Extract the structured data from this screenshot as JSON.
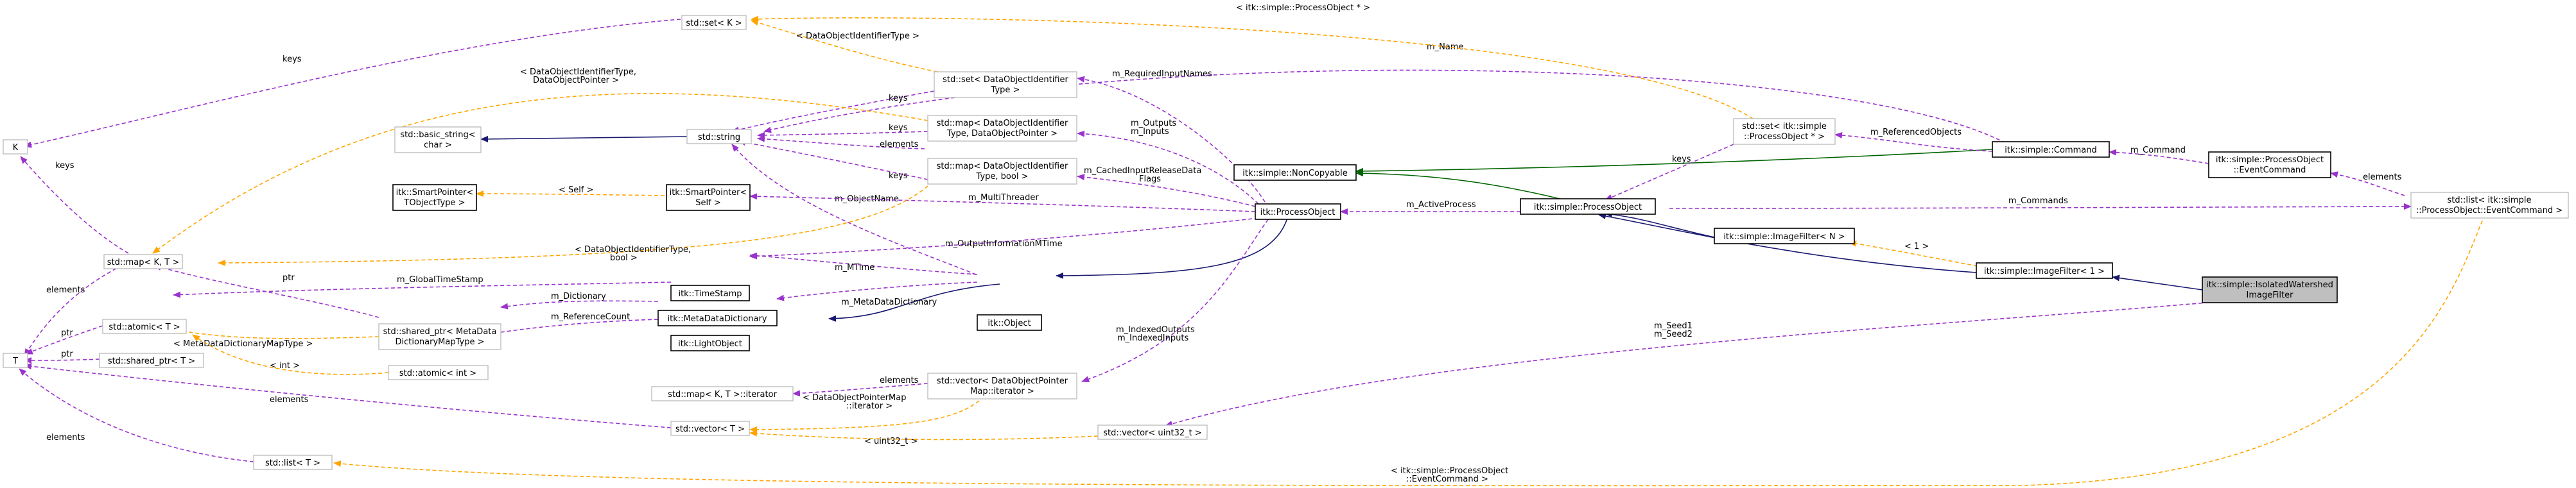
{
  "nodes": {
    "K": "K",
    "T": "T",
    "set_K": "std::set< K >",
    "map_K_T": "std::map< K, T >",
    "atomic_T": "std::atomic< T >",
    "shared_ptr_T": "std::shared_ptr< T >",
    "basic_string_l1": "std::basic_string<",
    "basic_string_l2": "char >",
    "string": "std::string",
    "sp_tobject_l1": "itk::SmartPointer<",
    "sp_tobject_l2": "TObjectType >",
    "sp_self_l1": "itk::SmartPointer<",
    "sp_self_l2": "Self >",
    "shared_ptr_mdd_l1": "std::shared_ptr< MetaData",
    "shared_ptr_mdd_l2": "DictionaryMapType >",
    "atomic_int": "std::atomic< int >",
    "list_T": "std::list< T >",
    "set_doid_l1": "std::set< DataObjectIdentifier",
    "set_doid_l2": "Type >",
    "map_doid_dop_l1": "std::map< DataObjectIdentifier",
    "map_doid_dop_l2": "Type, DataObjectPointer >",
    "map_doid_bool_l1": "std::map< DataObjectIdentifier",
    "map_doid_bool_l2": "Type, bool >",
    "timestamp": "itk::TimeStamp",
    "metadatadictionary": "itk::MetaDataDictionary",
    "lightobject": "itk::LightObject",
    "map_iterator": "std::map< K, T >::iterator",
    "vector_T": "std::vector< T >",
    "vector_dop_l1": "std::vector< DataObjectPointer",
    "vector_dop_l2": "Map::iterator >",
    "object": "itk::Object",
    "processobject": "itk::ProcessObject",
    "noncopyable": "itk::simple::NonCopyable",
    "vector_uint32": "std::vector< uint32_t >",
    "set_po_l1": "std::set< itk::simple",
    "set_po_l2": "::ProcessObject * >",
    "simple_processobject": "itk::simple::ProcessObject",
    "command": "itk::simple::Command",
    "imagefilter_n": "itk::simple::ImageFilter< N >",
    "imagefilter_1": "itk::simple::ImageFilter< 1 >",
    "po_eventcommand_l1": "itk::simple::ProcessObject",
    "po_eventcommand_l2": "::EventCommand",
    "list_eventcommand_l1": "std::list< itk::simple",
    "list_eventcommand_l2": "::ProcessObject::EventCommand >",
    "focus_l1": "itk::simple::IsolatedWatershed",
    "focus_l2": "ImageFilter"
  },
  "edge_labels": {
    "keys_k": "keys",
    "elements_t": "elements",
    "keys_map": "keys",
    "ptr_atomic": "ptr",
    "ptr_shared": "ptr",
    "ptr_map": "ptr",
    "ptr_mdd": "< MetaDataDictionaryMapType >",
    "int_atomic": "< int >",
    "elements_vector": "elements",
    "elements_list": "elements",
    "doid_set": "< DataObjectIdentifierType >",
    "map_doid_dop_l1": "< DataObjectIdentifierType,",
    "map_doid_dop_l2": "DataObjectPointer >",
    "map_doid_bool_l1": "< DataObjectIdentifierType,",
    "map_doid_bool_l2": "bool >",
    "po_set": "< itk::simple::ProcessObject * >",
    "m_name": "m_Name",
    "keys_1": "keys",
    "keys_2": "keys",
    "elements_str": "elements",
    "keys_3": "keys",
    "object_name": "m_ObjectName",
    "self": "< Self >",
    "multithreader": "m_MultiThreader",
    "required_inputs": "m_RequiredInputNames",
    "outputs_l1": "m_Outputs",
    "outputs_l2": "m_Inputs",
    "cached_l1": "m_CachedInputReleaseData",
    "cached_l2": "Flags",
    "output_mtime": "m_OutputInformationMTime",
    "global_timestamp": "m_GlobalTimeStamp",
    "mtime": "m_MTime",
    "dictionary": "m_Dictionary",
    "metadata_dict": "m_MetaDataDictionary",
    "reference_count": "m_ReferenceCount",
    "indexed_l1": "m_IndexedOutputs",
    "indexed_l2": "m_IndexedInputs",
    "elements_vec_dop": "elements",
    "dop_map_l1": "< DataObjectPointerMap",
    "dop_map_l2": "::iterator >",
    "uint32": "< uint32_t >",
    "referenced_objects": "m_ReferencedObjects",
    "keys_po": "keys",
    "active_process": "m_ActiveProcess",
    "m_command": "m_Command",
    "elements_ec": "elements",
    "m_commands": "m_Commands",
    "seed_l1": "m_Seed1",
    "seed_l2": "m_Seed2",
    "one": "< 1 >",
    "ec_list_l1": "< itk::simple::ProcessObject",
    "ec_list_l2": "::EventCommand >"
  },
  "colors": {
    "inheritance": "#191970",
    "inheritance_alt": "#006400",
    "usage": "#9a32cd",
    "template": "#ffa500",
    "focus_fill": "#bfbfbf",
    "weak_border": "#bfbfbf"
  }
}
